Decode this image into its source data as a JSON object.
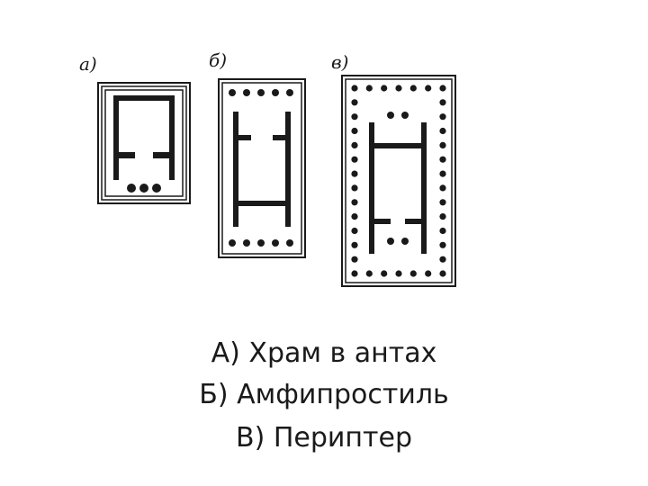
{
  "plans": {
    "a": {
      "label": "а)"
    },
    "b": {
      "label": "б)"
    },
    "c": {
      "label": "в)"
    }
  },
  "captions": {
    "a": "А) Храм в антах",
    "b": "Б) Амфипростиль",
    "c": "В) Периптер"
  },
  "colors": {
    "ink": "#1a1a1a",
    "background": "#ffffff"
  }
}
